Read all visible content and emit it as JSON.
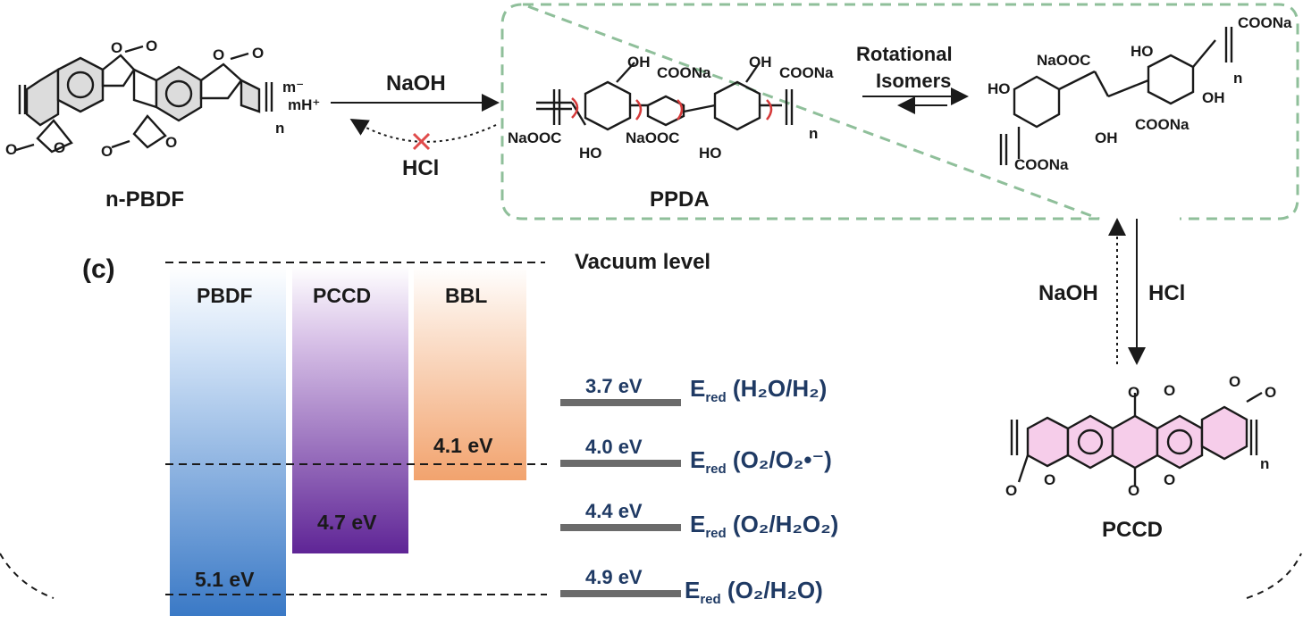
{
  "top": {
    "left_polymer": {
      "name": "n-PBDF",
      "charge": "m⁻",
      "counter": "mH⁺",
      "n": "n"
    },
    "arrow_forward": "NaOH",
    "arrow_back": "HCl",
    "middle_polymer": {
      "name": "PPDA",
      "groups": [
        "OH",
        "COONa",
        "OH",
        "COONa",
        "NaOOC",
        "NaOOC",
        "HO",
        "HO"
      ],
      "n": "n"
    },
    "equilibrium": [
      "Rotational",
      "Isomers"
    ],
    "right_polymer": {
      "groups": [
        "COONa",
        "NaOOC",
        "HO",
        "HO",
        "OH",
        "OH",
        "COONa",
        "COONa"
      ],
      "n": "n"
    },
    "vertical_arrows": {
      "up": "NaOH",
      "down": "HCl"
    },
    "bottom_polymer": {
      "name": "PCCD",
      "n": "n"
    }
  },
  "panel": {
    "label": "(c)",
    "vacuum": "Vacuum level",
    "bars": [
      {
        "name": "PBDF",
        "value_label": "5.1 eV",
        "ev": 5.1,
        "color": "#3d7fcb"
      },
      {
        "name": "PCCD",
        "value_label": "4.7 eV",
        "ev": 4.7,
        "color": "#6a2ca0"
      },
      {
        "name": "BBL",
        "value_label": "4.1 eV",
        "ev": 4.1,
        "color": "#f0a26d"
      }
    ],
    "levels": [
      {
        "ev": 3.7,
        "label": "3.7 eV",
        "eq_pre": "E",
        "eq_sub": "red",
        "eq": " (H₂O/H₂)"
      },
      {
        "ev": 4.0,
        "label": "4.0 eV",
        "eq_pre": "E",
        "eq_sub": "red",
        "eq": " (O₂/O₂•⁻)"
      },
      {
        "ev": 4.4,
        "label": "4.4 eV",
        "eq_pre": "E",
        "eq_sub": "red",
        "eq": " (O₂/H₂O₂)"
      },
      {
        "ev": 4.9,
        "label": "4.9 eV",
        "eq_pre": "E",
        "eq_sub": "red",
        "eq": " (O₂/H₂O)"
      }
    ]
  }
}
